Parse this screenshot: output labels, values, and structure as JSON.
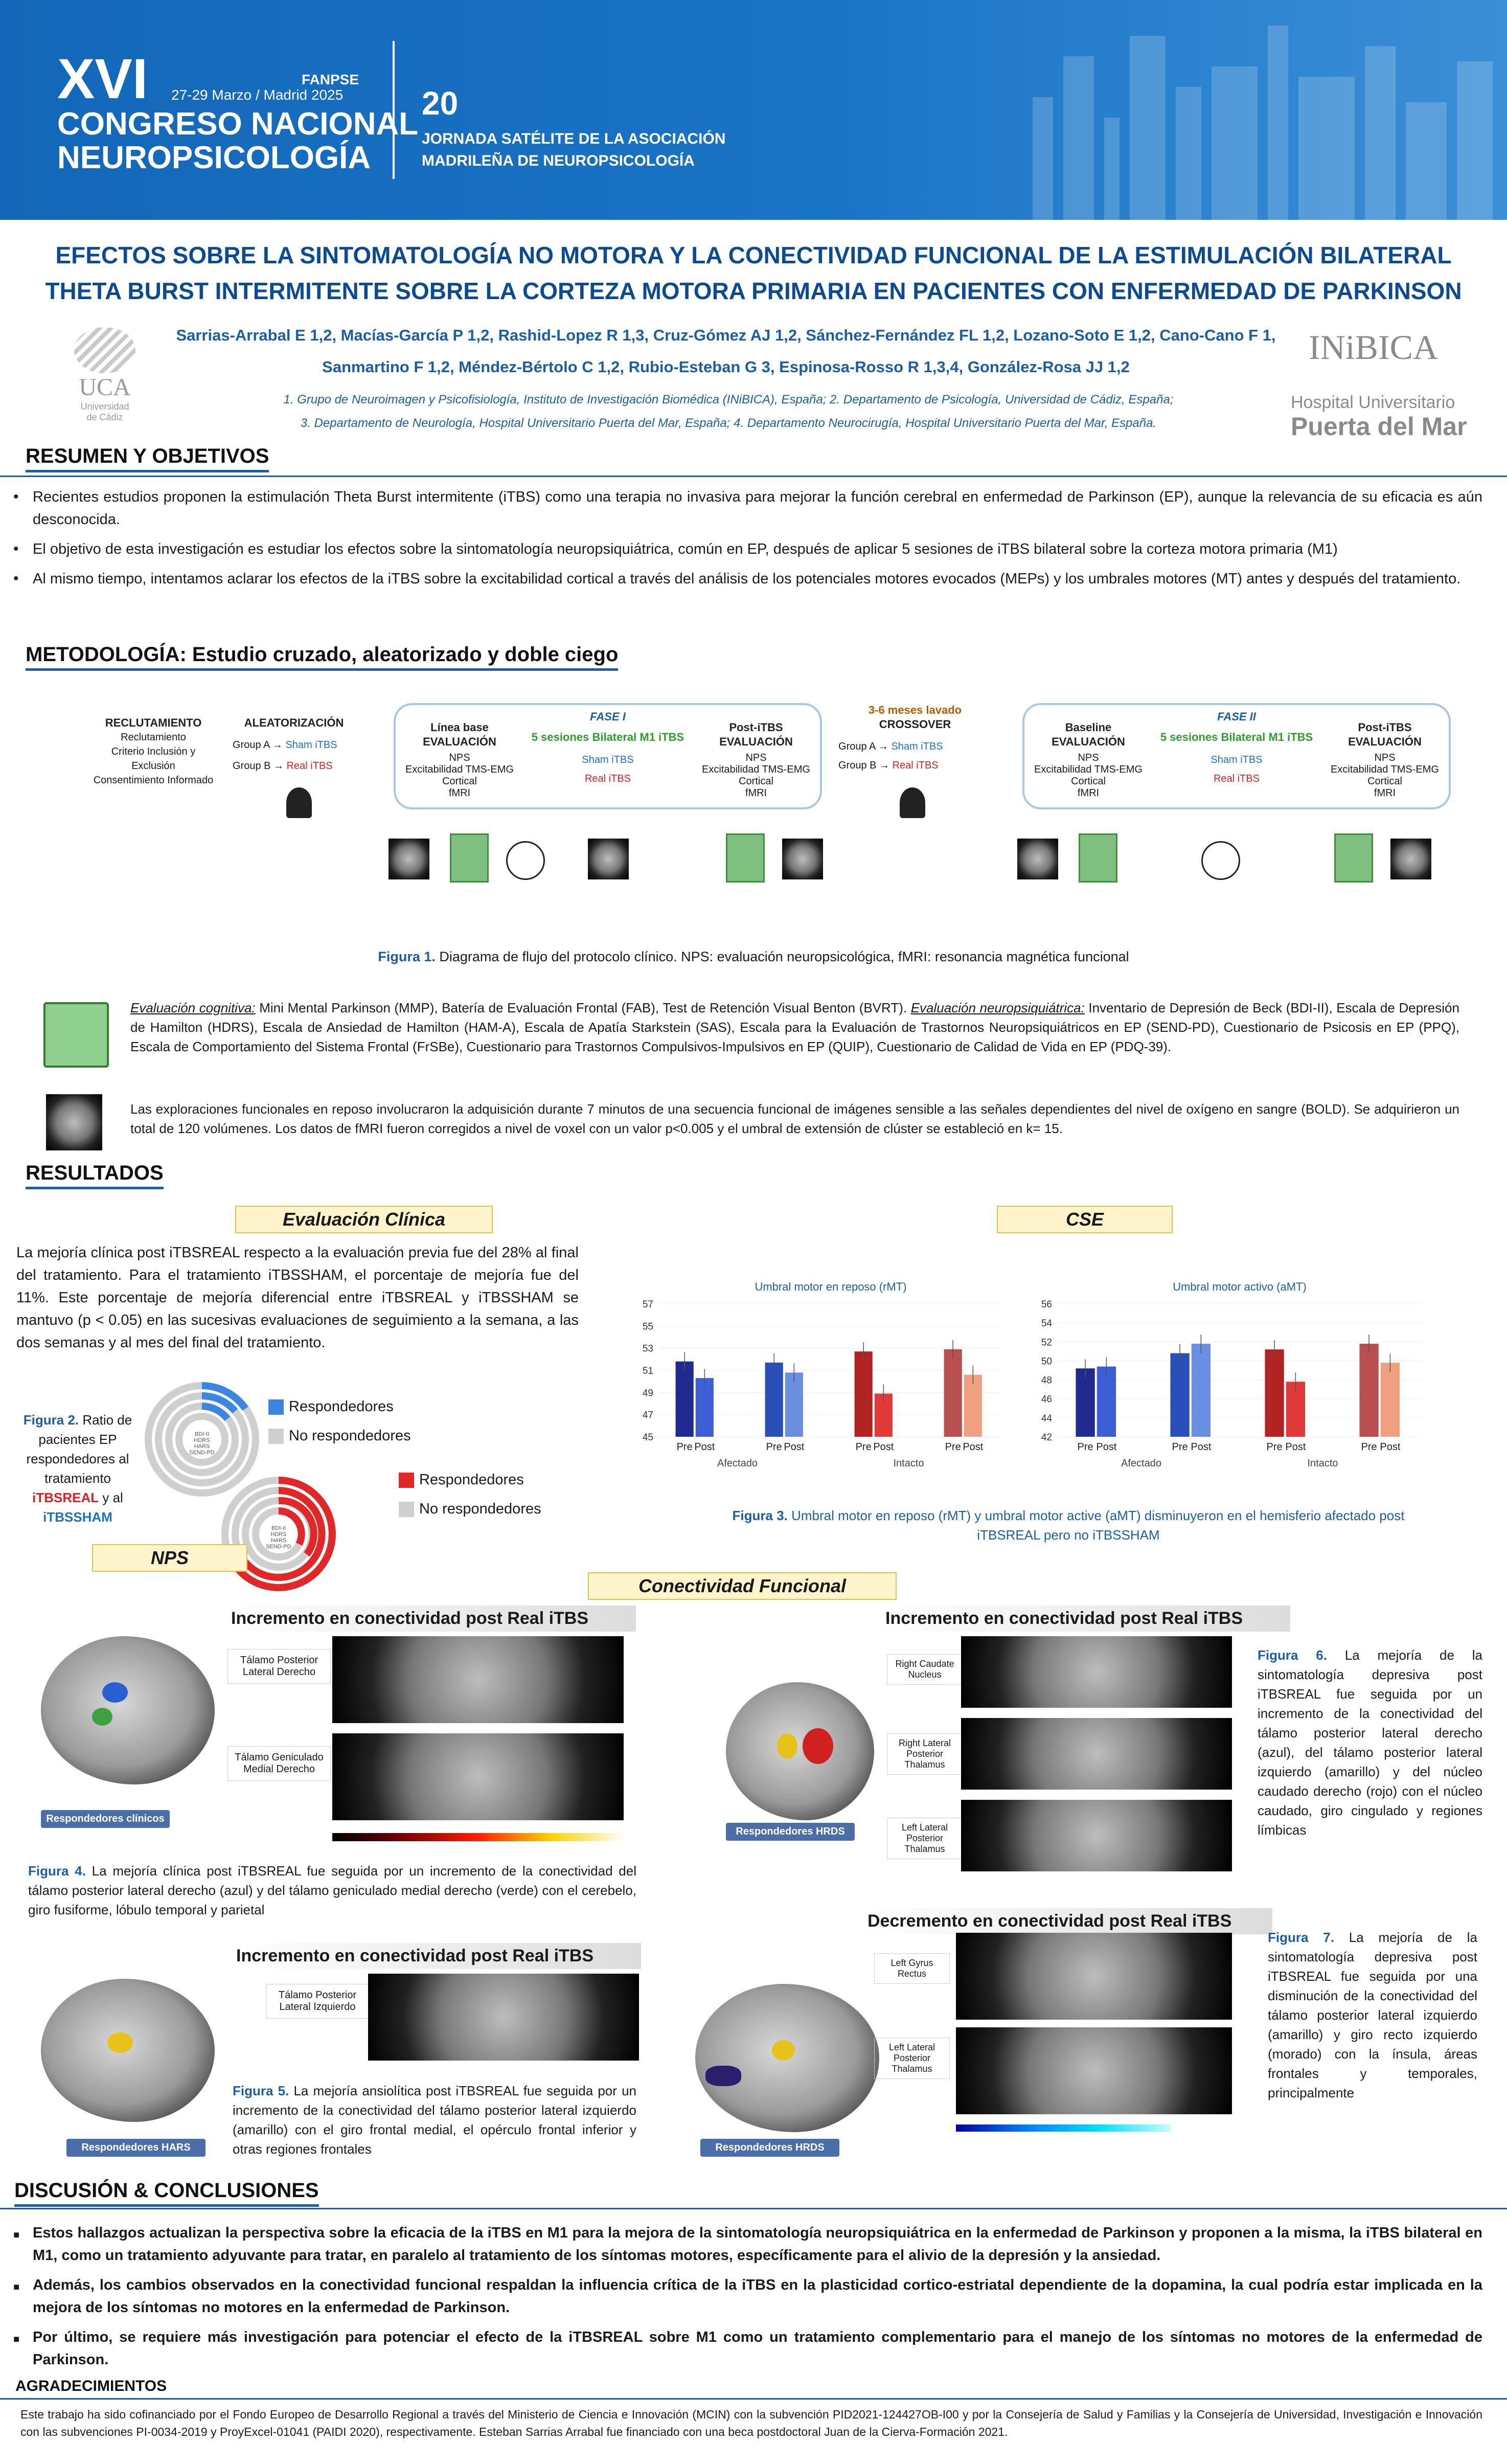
{
  "header": {
    "edition": "XVI",
    "dates": "27-29 Marzo / Madrid 2025",
    "congress_line1": "CONGRESO NACIONAL",
    "congress_line2": "NEUROPSICOLOGÍA",
    "org": "FANPSE",
    "satellite_line1": "JORNADA SATÉLITE DE LA ASOCIACIÓN",
    "satellite_line2": "MADRILEÑA DE NEUROPSICOLOGÍA",
    "anniversary": "20"
  },
  "title": {
    "line1": "EFECTOS SOBRE LA SINTOMATOLOGÍA NO MOTORA Y LA CONECTIVIDAD FUNCIONAL DE LA ESTIMULACIÓN BILATERAL",
    "line2": "THETA BURST INTERMITENTE SOBRE LA CORTEZA MOTORA PRIMARIA EN PACIENTES CON ENFERMEDAD DE PARKINSON"
  },
  "authors": {
    "line1": "Sarrias-Arrabal E 1,2, Macías-García P 1,2, Rashid-Lopez R 1,3, Cruz-Gómez AJ 1,2, Sánchez-Fernández FL 1,2, Lozano-Soto E 1,2, Cano-Cano F 1,",
    "line2": "Sanmartino F 1,2, Méndez-Bértolo C 1,2, Rubio-Esteban G 3, Espinosa-Rosso R 1,3,4, González-Rosa JJ 1,2",
    "affil1": "1. Grupo de Neuroimagen y Psicofisiología, Instituto de Investigación Biomédica (INiBICA), España; 2. Departamento de Psicología, Universidad de Cádiz, España;",
    "affil2": "3. Departamento de Neurología, Hospital Universitario Puerta del Mar, España; 4. Departamento Neurocirugía, Hospital Universitario Puerta del Mar, España."
  },
  "logos": {
    "uca_line1": "Universidad",
    "uca_line2": "de Cádiz",
    "uca": "UCA",
    "inibica": "INiBICA",
    "hospital_line1": "Hospital Universitario",
    "hospital_line2": "Puerta del Mar"
  },
  "sections": {
    "resumen": "RESUMEN Y OBJETIVOS",
    "metodologia": "METODOLOGÍA: Estudio cruzado, aleatorizado y doble ciego",
    "resultados": "RESULTADOS",
    "discusion": "DISCUSIÓN & CONCLUSIONES",
    "agradecimientos": "AGRADECIMIENTOS"
  },
  "resumen_bullets": [
    "Recientes estudios proponen la estimulación Theta Burst intermitente (iTBS) como una terapia no invasiva para mejorar la función cerebral en enfermedad de Parkinson (EP), aunque la relevancia de su eficacia es aún desconocida.",
    "El objetivo de esta investigación es estudiar los efectos sobre la sintomatología neuropsiquiátrica, común en EP, después de aplicar 5 sesiones de iTBS bilateral sobre la corteza motora primaria (M1)",
    "Al mismo tiempo, intentamos aclarar los efectos de la iTBS sobre la excitabilidad cortical a través del análisis de los potenciales motores evocados (MEPs) y los umbrales motores (MT) antes y después del tratamiento."
  ],
  "flow": {
    "reclutamiento_title": "RECLUTAMIENTO",
    "reclutamiento_items": [
      "Reclutamiento",
      "Criterio Inclusión y",
      "Exclusión",
      "Consentimiento Informado"
    ],
    "aleatorizacion": "ALEATORIZACIÓN",
    "groupA": "Group A",
    "groupB": "Group B",
    "sham": "Sham iTBS",
    "real": "Real iTBS",
    "fase1": "FASE I",
    "fase2": "FASE II",
    "linea_base": "Línea base",
    "baseline": "Baseline",
    "evaluacion": "EVALUACIÓN",
    "sesiones": "5 sesiones Bilateral M1 iTBS",
    "post": "Post-iTBS",
    "nps": "NPS",
    "tms": "Excitabilidad TMS-EMG Cortical",
    "fmri": "fMRI",
    "lavado": "3-6 meses lavado",
    "crossover": "CROSSOVER"
  },
  "fig1_caption_label": "Figura 1.",
  "fig1_caption": "Diagrama de flujo del protocolo clínico. NPS: evaluación neuropsicológica, fMRI: resonancia magnética funcional",
  "methods": {
    "cog_label": "Evaluación cognitiva:",
    "cog_text": "Mini Mental Parkinson (MMP), Batería de Evaluación Frontal (FAB), Test de Retención Visual Benton (BVRT).",
    "np_label": "Evaluación neuropsiquiátrica:",
    "np_text": "Inventario de Depresión de Beck (BDI-II), Escala de Depresión de Hamilton (HDRS), Escala de Ansiedad de Hamilton (HAM-A), Escala de Apatía Starkstein (SAS), Escala para la Evaluación de Trastornos Neuropsiquiátricos en EP (SEND-PD), Cuestionario de Psicosis en EP (PPQ), Escala de Comportamiento del Sistema Frontal (FrSBe), Cuestionario para Trastornos Compulsivos-Impulsivos en EP (QUIP), Cuestionario de Calidad de Vida en EP (PDQ-39).",
    "fmri_text": "Las exploraciones funcionales en reposo involucraron la adquisición durante 7 minutos de una secuencia funcional de imágenes sensible a las señales dependientes del nivel de oxígeno en sangre (BOLD). Se adquirieron un total de 120 volúmenes. Los datos de fMRI fueron corregidos a nivel de voxel con un valor p<0.005 y el umbral de extensión de clúster se estableció en k= 15."
  },
  "results": {
    "clinica_tag": "Evaluación Clínica",
    "cse_tag": "CSE",
    "nps_tag": "NPS",
    "conectividad_tag": "Conectividad Funcional",
    "clinica_text": "La mejoría clínica post iTBSREAL respecto a la evaluación previa fue del 28% al final del tratamiento. Para el tratamiento iTBSSHAM, el porcentaje de mejoría fue del 11%. Este porcentaje de mejoría diferencial entre iTBSREAL y iTBSSHAM se mantuvo (p < 0.05) en las sucesivas evaluaciones de seguimiento a la semana, a las dos semanas y al mes del final del tratamiento.",
    "fig2_label": "Figura 2.",
    "fig2_text_a": "Ratio de pacientes EP respondedores al tratamiento",
    "fig2_real": "iTBSREAL",
    "fig2_and": "y al",
    "fig2_sham": "iTBSSHAM",
    "legend_resp": "Respondedores",
    "legend_noresp": "No respondedores",
    "ring_labels_sham": [
      "BDI-II",
      "HDRS",
      "HARS",
      "SEND-PD"
    ],
    "ring_labels_real": [
      "BDI-II",
      "HDRS",
      "HARS",
      "SEND-PD"
    ],
    "fig3_label": "Figura 3.",
    "fig3_text": "Umbral motor en reposo (rMT) y umbral motor active (aMT) disminuyeron en el hemisferio afectado post iTBSREAL pero no iTBSSHAM",
    "fig4_label": "Figura 4.",
    "fig4_text": "La mejoría clínica post iTBSREAL fue seguida por un incremento de la conectividad del tálamo posterior lateral derecho (azul) y del tálamo geniculado medial derecho (verde) con el cerebelo, giro fusiforme, lóbulo temporal y parietal",
    "fig5_label": "Figura 5.",
    "fig5_text": "La mejoría ansiolítica post iTBSREAL fue seguida por un incremento de la conectividad del tálamo posterior lateral izquierdo (amarillo) con el giro frontal medial, el opérculo frontal inferior y otras regiones frontales",
    "fig6_label": "Figura 6.",
    "fig6_text": "La mejoría de la sintomatología depresiva post iTBSREAL fue seguida por un incremento de la conectividad del tálamo posterior lateral derecho (azul), del tálamo posterior lateral izquierdo (amarillo) y del núcleo caudado derecho (rojo) con el núcleo caudado, giro cingulado y regiones límbicas",
    "fig7_label": "Figura 7.",
    "fig7_text": "La mejoría de la sintomatología depresiva post iTBSREAL fue seguida por una disminución de la conectividad del tálamo posterior lateral izquierdo (amarillo) y giro recto izquierdo (morado) con la ínsula, áreas frontales y temporales, principalmente",
    "inc_title": "Incremento en conectividad post Real iTBS",
    "dec_title": "Decremento en conectividad post Real iTBS",
    "resp_clinicos": "Respondedores clínicos",
    "resp_hars": "Respondedores HARS",
    "resp_hrds": "Respondedores HRDS",
    "roi_fig4": [
      "Tálamo Posterior Lateral Derecho",
      "Tálamo Geniculado Medial Derecho"
    ],
    "roi_fig5": [
      "Tálamo Posterior Lateral Izquierdo"
    ],
    "roi_fig6": [
      "Right Caudate Nucleus",
      "Right Lateral Posterior Thalamus",
      "Left Lateral Posterior Thalamus"
    ],
    "roi_fig7": [
      "Left Gyrus Rectus",
      "Left Lateral Posterior Thalamus"
    ]
  },
  "chart_data": [
    {
      "type": "bar",
      "title": "Umbral motor en reposo (rMT)",
      "categories": [
        "Pre",
        "Post",
        "Pre",
        "Post",
        "Pre",
        "Post",
        "Pre",
        "Post"
      ],
      "groups": [
        "Afectado",
        "Intacto"
      ],
      "values": [
        51.8,
        50.3,
        51.7,
        50.8,
        52.7,
        48.9,
        52.9,
        50.6
      ],
      "colors": [
        "#1f2b8f",
        "#3c5fd8",
        "#2a4fb8",
        "#6a8fe0",
        "#b22424",
        "#e23a3a",
        "#b85050",
        "#f0a080"
      ],
      "yticks": [
        45,
        47,
        49,
        51,
        53,
        55,
        57
      ],
      "ylim": [
        45,
        57
      ]
    },
    {
      "type": "bar",
      "title": "Umbral motor activo (aMT)",
      "categories": [
        "Pre",
        "Post",
        "Pre",
        "Post",
        "Pre",
        "Post",
        "Pre",
        "Post"
      ],
      "groups": [
        "Afectado",
        "Intacto"
      ],
      "values": [
        49.2,
        49.4,
        50.8,
        51.8,
        51.2,
        47.8,
        51.8,
        49.8
      ],
      "colors": [
        "#1f2b8f",
        "#3c5fd8",
        "#2a4fb8",
        "#6a8fe0",
        "#b22424",
        "#e23a3a",
        "#b85050",
        "#f0a080"
      ],
      "yticks": [
        42,
        44,
        46,
        48,
        50,
        52,
        54,
        56
      ],
      "ylim": [
        42,
        56
      ]
    }
  ],
  "conclusions": [
    "Estos hallazgos actualizan la perspectiva sobre la eficacia de la iTBS en M1 para la mejora de la sintomatología neuropsiquiátrica en la enfermedad de Parkinson y proponen a la misma, la iTBS bilateral en M1, como un tratamiento adyuvante para tratar, en paralelo al tratamiento de los síntomas motores, específicamente para el alivio de la depresión y la ansiedad.",
    "Además, los cambios observados en la conectividad funcional respaldan la influencia crítica de la iTBS en la plasticidad cortico-estriatal dependiente de la dopamina, la cual podría estar implicada en la mejora de los síntomas no motores en la enfermedad de Parkinson.",
    "Por último, se requiere más investigación para potenciar el efecto de la iTBSREAL sobre M1 como un tratamiento complementario para el manejo de los síntomas no motores de la enfermedad de Parkinson."
  ],
  "acknowledgements": "Este trabajo ha sido cofinanciado por el Fondo Europeo de Desarrollo Regional a través del Ministerio de Ciencia e Innovación (MCIN) con la subvención PID2021-124427OB-I00 y por la Consejería de Salud y Familias y la Consejería de Universidad, Investigación e Innovación con las subvenciones PI-0034-2019 y ProyExcel-01041 (PAIDI 2020), respectivamente. Esteban Sarrias Arrabal fue financiado con una beca postdoctoral Juan de la Cierva-Formación 2021."
}
